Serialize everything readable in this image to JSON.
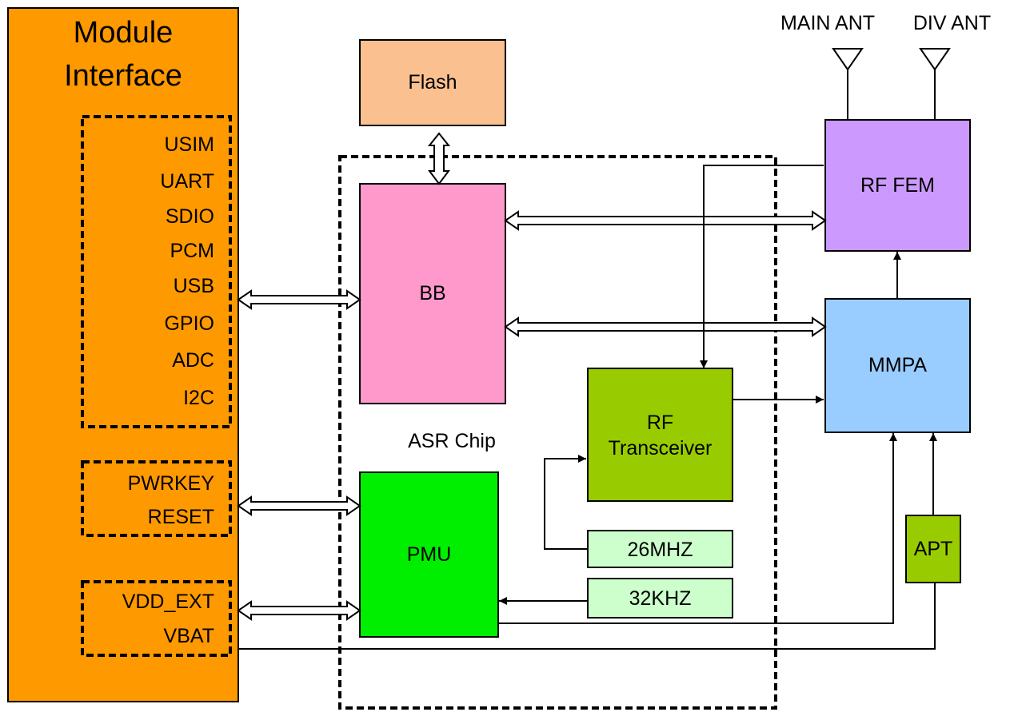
{
  "module": {
    "title_line1": "Module",
    "title_line2": "Interface",
    "interfaces": [
      "USIM",
      "UART",
      "SDIO",
      "PCM",
      "USB",
      "GPIO",
      "ADC",
      "I2C"
    ],
    "power_keys": [
      "PWRKEY",
      "RESET"
    ],
    "power_supplies": [
      "VDD_EXT",
      "VBAT"
    ]
  },
  "chip_label": "ASR Chip",
  "blocks": {
    "flash": "Flash",
    "bb": "BB",
    "pmu": "PMU",
    "rf_line1": "RF",
    "rf_line2": "Transceiver",
    "osc26": "26MHZ",
    "osc32": "32KHZ",
    "rffem": "RF FEM",
    "mmpa": "MMPA",
    "apt": "APT"
  },
  "antennas": {
    "main": "MAIN ANT",
    "div": "DIV ANT"
  },
  "colors": {
    "module": "#FF9900",
    "flash": "#FAC090",
    "bb": "#FF99CC",
    "pmu": "#00EE00",
    "rf_transceiver": "#99CC00",
    "oscillator": "#CCFFCC",
    "rf_fem": "#CC99FF",
    "mmpa": "#99CCFF",
    "apt": "#99CC00"
  }
}
